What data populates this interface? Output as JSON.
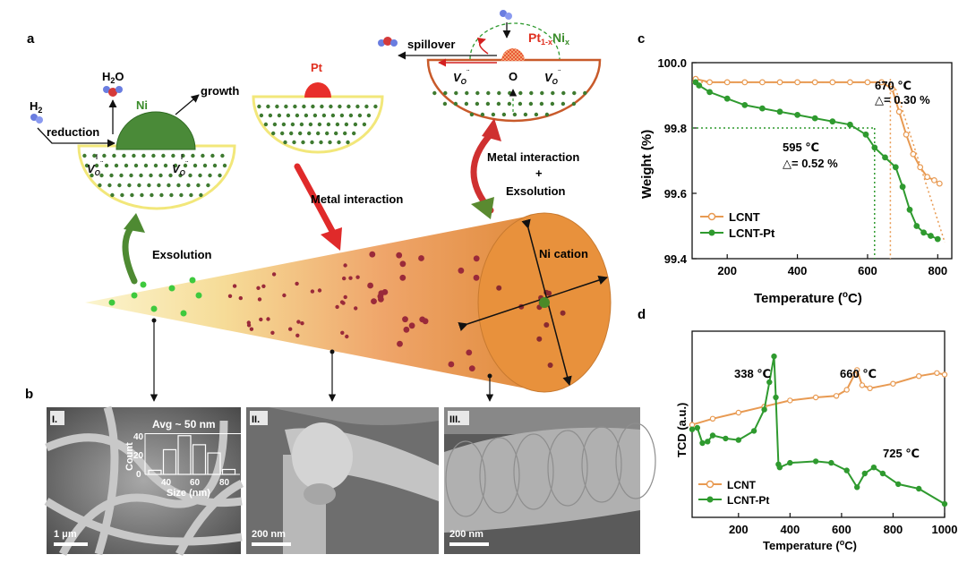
{
  "panels": {
    "a": "a",
    "b": "b",
    "c": "c",
    "d": "d"
  },
  "schematic": {
    "h2": "H",
    "h2_sub": "2",
    "h2o_pre": "H",
    "h2o_sub": "2",
    "h2o_post": "O",
    "reduction": "reduction",
    "growth": "growth",
    "ni": "Ni",
    "pt": "Pt",
    "alloy_pt": "Pt",
    "alloy_sub1": "1-x",
    "alloy_ni": "Ni",
    "alloy_sub2": "x",
    "spillover": "spillover",
    "vacancy": "V",
    "vacancy_sub": "O",
    "vacancy_sup": "¨",
    "oxygen": "O",
    "exsolution": "Exsolution",
    "metal_interaction": "Metal interaction",
    "metal_interaction_plus_line1": "Metal interaction",
    "plus": "+",
    "metal_interaction_plus_line3": "Exsolution",
    "ni_cation": "Ni cation"
  },
  "sem": {
    "I": {
      "tag": "I.",
      "scale": "1 μm",
      "inset_title": "Avg ~ 50 nm",
      "inset_ylabel": "Count",
      "inset_xlabel": "Size (nm)",
      "inset_yticks": [
        "0",
        "20",
        "40"
      ],
      "inset_xticks": [
        "40",
        "60",
        "80"
      ]
    },
    "II": {
      "tag": "II.",
      "scale": "200 nm"
    },
    "III": {
      "tag": "III.",
      "scale": "200 nm"
    }
  },
  "chart_data": [
    {
      "id": "c",
      "type": "line",
      "xlabel": "Temperature (°C)",
      "ylabel": "Weight (%)",
      "xlim": [
        100,
        840
      ],
      "ylim": [
        99.4,
        100.0
      ],
      "xticks": [
        "200",
        "400",
        "600",
        "800"
      ],
      "yticks": [
        "99.4",
        "99.6",
        "99.8",
        "100.0"
      ],
      "grid": false,
      "legend": "bottom-left",
      "series": [
        {
          "name": "LCNT",
          "color": "#e89a52",
          "x": [
            110,
            150,
            200,
            250,
            300,
            350,
            400,
            450,
            500,
            550,
            600,
            640,
            670,
            690,
            710,
            730,
            750,
            770,
            790,
            805
          ],
          "y": [
            99.95,
            99.94,
            99.94,
            99.94,
            99.94,
            99.94,
            99.94,
            99.94,
            99.94,
            99.94,
            99.94,
            99.94,
            99.92,
            99.85,
            99.78,
            99.72,
            99.68,
            99.65,
            99.64,
            99.63
          ]
        },
        {
          "name": "LCNT-Pt",
          "color": "#2f9a2f",
          "x": [
            110,
            120,
            150,
            200,
            250,
            300,
            350,
            400,
            450,
            500,
            550,
            595,
            620,
            650,
            680,
            700,
            720,
            740,
            760,
            780,
            800
          ],
          "y": [
            99.94,
            99.93,
            99.91,
            99.89,
            99.87,
            99.86,
            99.85,
            99.84,
            99.83,
            99.82,
            99.81,
            99.78,
            99.74,
            99.71,
            99.68,
            99.62,
            99.55,
            99.5,
            99.48,
            99.47,
            99.46
          ]
        }
      ],
      "annotations": [
        {
          "x": 670,
          "y": 99.95,
          "line1": "670 ℃",
          "line2": "△= 0.30 %"
        },
        {
          "x": 595,
          "y": 99.8,
          "line1": "595 ℃",
          "line2": "△= 0.52 %"
        }
      ]
    },
    {
      "id": "d",
      "type": "line",
      "xlabel": "Temperature (°C)",
      "ylabel": "TCD (a.u.)",
      "xlim": [
        20,
        1000
      ],
      "xticks": [
        "200",
        "400",
        "600",
        "800",
        "1000"
      ],
      "grid": false,
      "legend": "bottom-left",
      "series": [
        {
          "name": "LCNT",
          "color": "#e89a52",
          "x": [
            20,
            100,
            200,
            300,
            400,
            500,
            580,
            620,
            650,
            660,
            680,
            710,
            800,
            900,
            970,
            1000
          ],
          "y": [
            0.52,
            0.56,
            0.6,
            0.64,
            0.68,
            0.7,
            0.71,
            0.75,
            0.85,
            0.88,
            0.78,
            0.76,
            0.79,
            0.84,
            0.86,
            0.85
          ]
        },
        {
          "name": "LCNT-Pt",
          "color": "#2f9a2f",
          "x": [
            20,
            40,
            60,
            80,
            100,
            150,
            200,
            260,
            300,
            320,
            338,
            345,
            355,
            360,
            400,
            500,
            560,
            620,
            660,
            690,
            725,
            760,
            820,
            900,
            1000
          ],
          "y": [
            0.49,
            0.5,
            0.4,
            0.41,
            0.45,
            0.43,
            0.42,
            0.48,
            0.62,
            0.8,
            0.97,
            0.7,
            0.26,
            0.24,
            0.27,
            0.28,
            0.27,
            0.22,
            0.11,
            0.2,
            0.24,
            0.2,
            0.13,
            0.1,
            0.0
          ]
        }
      ],
      "annotations": [
        {
          "x": 338,
          "y": 0.97,
          "label": "338 ℃"
        },
        {
          "x": 660,
          "y": 0.88,
          "label": "660 ℃"
        },
        {
          "x": 725,
          "y": 0.24,
          "label": "725 ℃"
        }
      ]
    },
    {
      "id": "inset",
      "type": "bar",
      "categories": [
        30,
        40,
        50,
        60,
        70,
        80
      ],
      "values": [
        5,
        30,
        47,
        36,
        26,
        6
      ],
      "ylim": [
        0,
        50
      ]
    }
  ]
}
